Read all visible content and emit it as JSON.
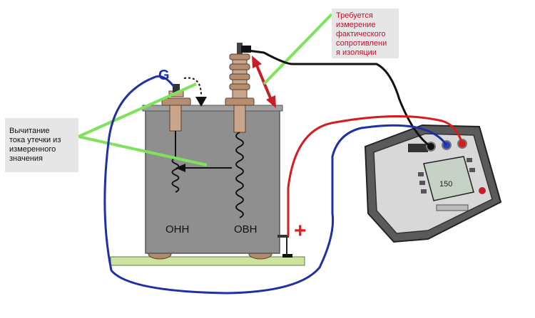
{
  "diagram": {
    "callouts": {
      "right": {
        "lines": [
          "Требуется",
          "измерение",
          "фактического",
          "сопротивлени",
          "я изоляции"
        ]
      },
      "left": {
        "lines": [
          "Вычитание",
          "тока утечки из",
          "измеренного",
          "значения"
        ]
      }
    },
    "labels": {
      "guard": "G",
      "low_voltage_winding": "ОНН",
      "high_voltage_winding": "ОВН",
      "plus": "+",
      "meter_display_value": "150"
    },
    "colors": {
      "blue_lead": "#1f2fa8",
      "red_lead": "#d61c1c",
      "black_lead": "#111111",
      "callout_line": "#7de35a",
      "red_arrow": "#c81e28",
      "tank": "#8f8f8f",
      "base_plate": "#cfe3a0"
    }
  }
}
